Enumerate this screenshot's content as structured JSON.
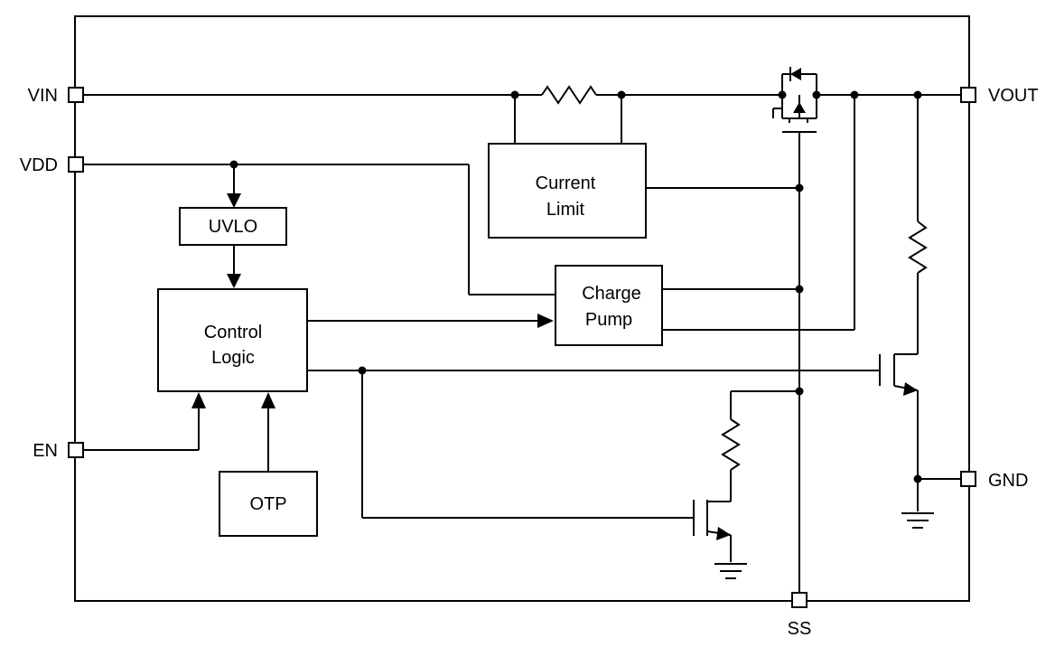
{
  "pins": {
    "vin": "VIN",
    "vdd": "VDD",
    "en": "EN",
    "vout": "VOUT",
    "gnd": "GND",
    "ss": "SS"
  },
  "blocks": {
    "current_limit": [
      "Current",
      "Limit"
    ],
    "uvlo": "UVLO",
    "charge_pump": [
      "Charge",
      "Pump"
    ],
    "control_logic": [
      "Control",
      "Logic"
    ],
    "otp": "OTP"
  }
}
